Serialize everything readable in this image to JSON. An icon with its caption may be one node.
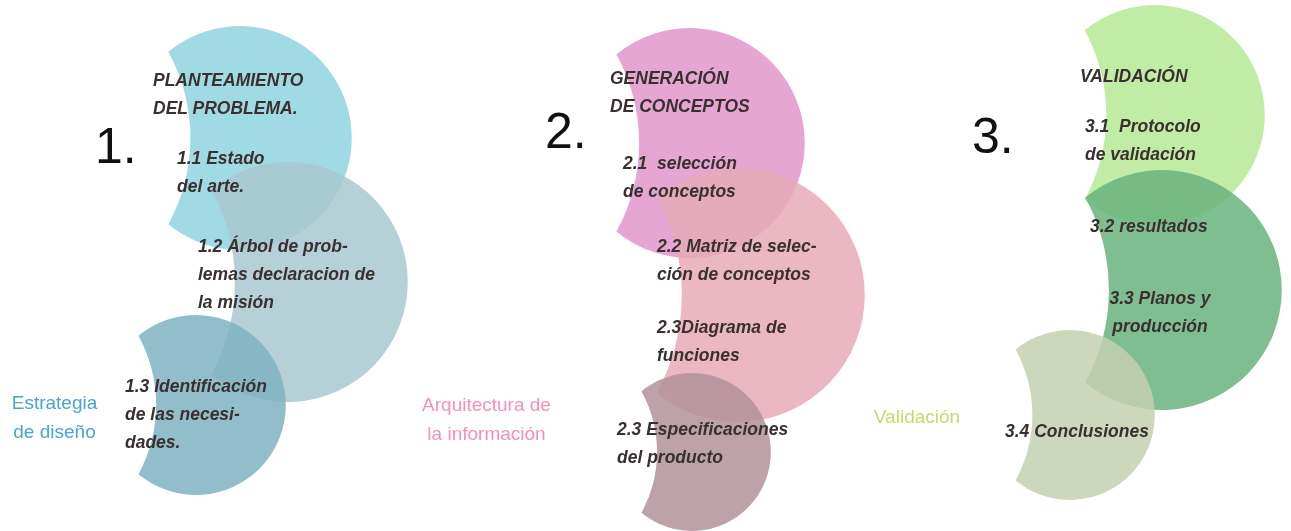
{
  "diagram": {
    "nodes": [
      {
        "text": [
          "PLANTEAMIENTO DEL PROBLEMA.",
          "1.1 Estado del arte."
        ]
      },
      {
        "text": [
          "1.2 Árbol de prob- lemas declaracion de la misión"
        ]
      },
      {
        "text": [
          "1.3 Identificación de las necesi- dades."
        ]
      },
      {
        "text": [
          "GENERACIÓN DE CONCEPTOS",
          "2.1  selección de conceptos"
        ]
      },
      {
        "text": [
          "2.2 Matriz de selec- ción de conceptos",
          "2.3Diagrama de funciones"
        ]
      },
      {
        "text": [
          "2.3 Especificaciones del producto"
        ]
      },
      {
        "text": [
          "VALIDACIÓN",
          "3.1  Protocolo de validación"
        ]
      },
      {
        "text": [
          "3.2 resultados",
          "3.3 Planos y producción"
        ]
      },
      {
        "text": [
          "3.4 Conclusiones"
        ]
      }
    ],
    "labels": [
      "1.",
      "2.",
      "3.",
      "Estrategia de diseño",
      "Arquitectura de la información",
      "Validación"
    ]
  }
}
